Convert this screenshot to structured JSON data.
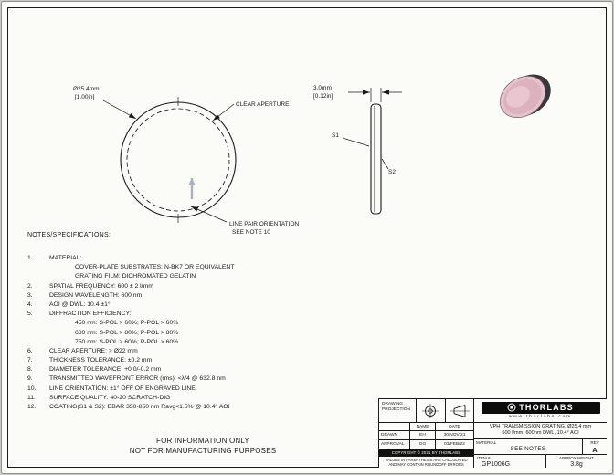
{
  "front_view": {
    "dia": "Ø25.4mm",
    "dia_in": "[1.00in]",
    "clear_aperture": "CLEAR APERTURE",
    "line_pair_1": "LINE PAIR ORIENTATION",
    "line_pair_2": "SEE NOTE 10"
  },
  "side_view": {
    "thickness": "3.0mm",
    "thickness_in": "[0.12in]",
    "s1": "S1",
    "s2": "S2"
  },
  "notes": {
    "heading": "NOTES/SPECIFICATIONS:",
    "rows": [
      {
        "num": "1.",
        "text": "MATERIAL:"
      },
      {
        "num": "",
        "text": "COVER-PLATE SUBSTRATES: N-BK7 OR EQUIVALENT"
      },
      {
        "num": "",
        "text": "GRATING FILM: DICHROMATED GELATIN"
      },
      {
        "num": "2.",
        "text": "SPATIAL FREQUENCY: 600 ± 2 l/mm"
      },
      {
        "num": "3.",
        "text": "DESIGN WAVELENGTH: 600 nm"
      },
      {
        "num": "4.",
        "text": "AOI @ DWL: 10.4 ±1°"
      },
      {
        "num": "5.",
        "text": "DIFFRACTION EFFICIENCY:"
      },
      {
        "num": "",
        "text": "450 nm: S-POL > 60%; P-POL > 60%"
      },
      {
        "num": "",
        "text": "600 nm: S-POL > 80%; P-POL > 80%"
      },
      {
        "num": "",
        "text": "750 nm: S-POL > 60%; P-POL > 60%"
      },
      {
        "num": "6.",
        "text": "CLEAR APERTURE: > Ø22 mm"
      },
      {
        "num": "7.",
        "text": "THICKNESS TOLERANCE: ±0.2 mm"
      },
      {
        "num": "8.",
        "text": "DIAMETER TOLERANCE: +0.0/-0.2 mm"
      },
      {
        "num": "9.",
        "text": "TRANSMITTED WAVEFRONT ERROR (rms): <λ/4 @ 632.8 nm"
      },
      {
        "num": "10.",
        "text": "LINE ORIENTATION: ±1° OFF OF ENGRAVED LINE"
      },
      {
        "num": "11.",
        "text": "SURFACE QUALITY: 40-20 SCRATCH-DIG"
      },
      {
        "num": "12.",
        "text": "COATING(S1 & S2): BBAR 350-850 nm Ravg<1.5% @ 10.4° AOI"
      }
    ]
  },
  "footer": {
    "line1": "FOR INFORMATION ONLY",
    "line2": "NOT FOR MANUFACTURING PURPOSES"
  },
  "title_block": {
    "projection_label_1": "DRAWING",
    "projection_label_2": "PROJECTION",
    "name_header": "NAME",
    "date_header": "DATE",
    "drawn_label": "DRAWN",
    "drawn_name": "EH",
    "drawn_date": "30/NOV/21",
    "approval_label": "APPROVAL",
    "approval_name": "GG",
    "approval_date": "03/FEB/22",
    "copyright": "COPYRIGHT © 2021 BY THORLABS",
    "disclaimer_1": "VALUES IN PARENTHESIS ARE CALCULATED",
    "disclaimer_2": "AND MAY CONTAIN ROUNDOFF ERRORS",
    "brand": "THORLABS",
    "website": "www.thorlabs.com",
    "title_1": "VPH TRANSMISSION GRATING, Ø25.4 mm",
    "title_2": "600 l/mm, 600nm DWL, 10.4° AOI",
    "material_label": "MATERIAL",
    "material_value": "SEE NOTES",
    "rev_label": "REV",
    "rev_value": "A",
    "item_label": "ITEM #",
    "item_value": "GP1006G",
    "weight_label": "APPROX WEIGHT",
    "weight_value": "3.8g"
  },
  "colors": {
    "line": "#1a1a1a",
    "grating_face": "#e6c2cc",
    "grating_rim": "#37373b",
    "dimension_arrow_gray": "#a9b2b8"
  }
}
